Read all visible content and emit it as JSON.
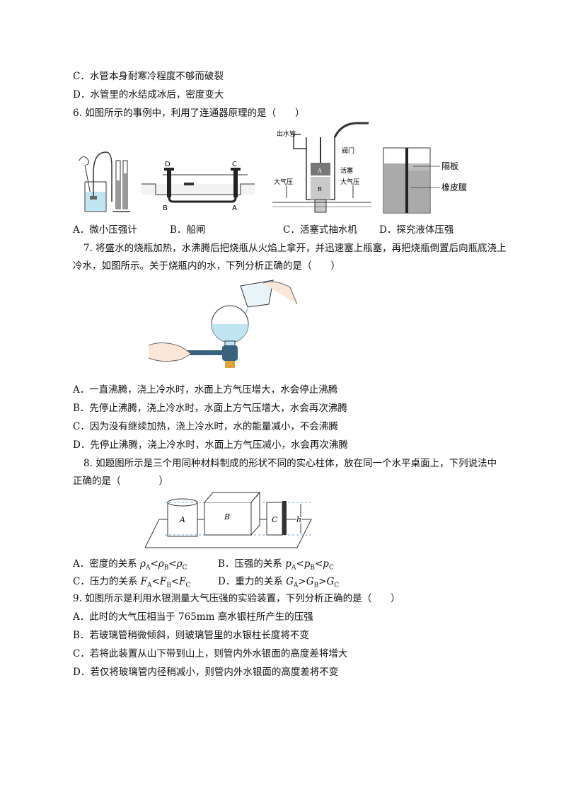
{
  "q5": {
    "c": "C．水管本身耐寒冷程度不够而破裂",
    "d": "D．水管里的水结成冰后，密度变大"
  },
  "q6": {
    "stem": "6. 如图所示的事例中，利用了连通器原理的是（　　）",
    "captions": [
      "A．微小压强计",
      "B．船闸",
      "C．活塞式抽水机",
      "D．探究液体压强"
    ],
    "fig_b_labels": [
      "D",
      "C",
      "B",
      "A"
    ],
    "fig_c_labels": [
      "出水管",
      "阀门",
      "A",
      "活塞",
      "B",
      "大气压",
      "大气压"
    ],
    "fig_d_labels": [
      "隔板",
      "橡皮膜"
    ]
  },
  "q7": {
    "stem1": "7. 将盛水的烧瓶加热，水沸腾后把烧瓶从火焰上拿开，并迅速塞上瓶塞，再把烧瓶倒置后向瓶底浇上",
    "stem2": "冷水，如图所示。关于烧瓶内的水，下列分析正确的是（　　）",
    "options": [
      "A．一直沸腾，浇上冷水时，水面上方气压增大，水会停止沸腾",
      "B．先停止沸腾，浇上冷水时，水面上方气压增大，水会再次沸腾",
      "C．因为没有继续加热，浇上冷水时，水的能量减小，不会沸腾",
      "D．先停止沸腾，浇上冷水时，水面上方气压减小，水会再次沸腾"
    ]
  },
  "q8": {
    "stem1": "8.  如题图所示是三个用同种材料制成的形状不同的实心柱体，放在同一个水平桌面上，下列说法中",
    "stem2": "正确的是（　　　　）",
    "fig_labels": [
      "A",
      "B",
      "C",
      "h"
    ],
    "options": {
      "a_prefix": "A．密度的关系 ",
      "b_prefix": "B．压强的关系 ",
      "c_prefix": "C．压力的关系 ",
      "d_prefix": "D．重力的关系 "
    }
  },
  "q9": {
    "stem": "9. 如图所示是利用水银测量大气压强的实验装置，下列分析正确的是（　　）",
    "options": [
      "A．此时的大气压相当于 765mm 高水银柱所产生的压强",
      "B．若玻璃管稍微倾斜，则玻璃管里的水银柱长度将不变",
      "C．若将此装置从山下带到山上，则管内外水银面的高度差将增大",
      "D．若仅将玻璃管内径稍减小，则管内外水银面的高度差将不变"
    ]
  }
}
